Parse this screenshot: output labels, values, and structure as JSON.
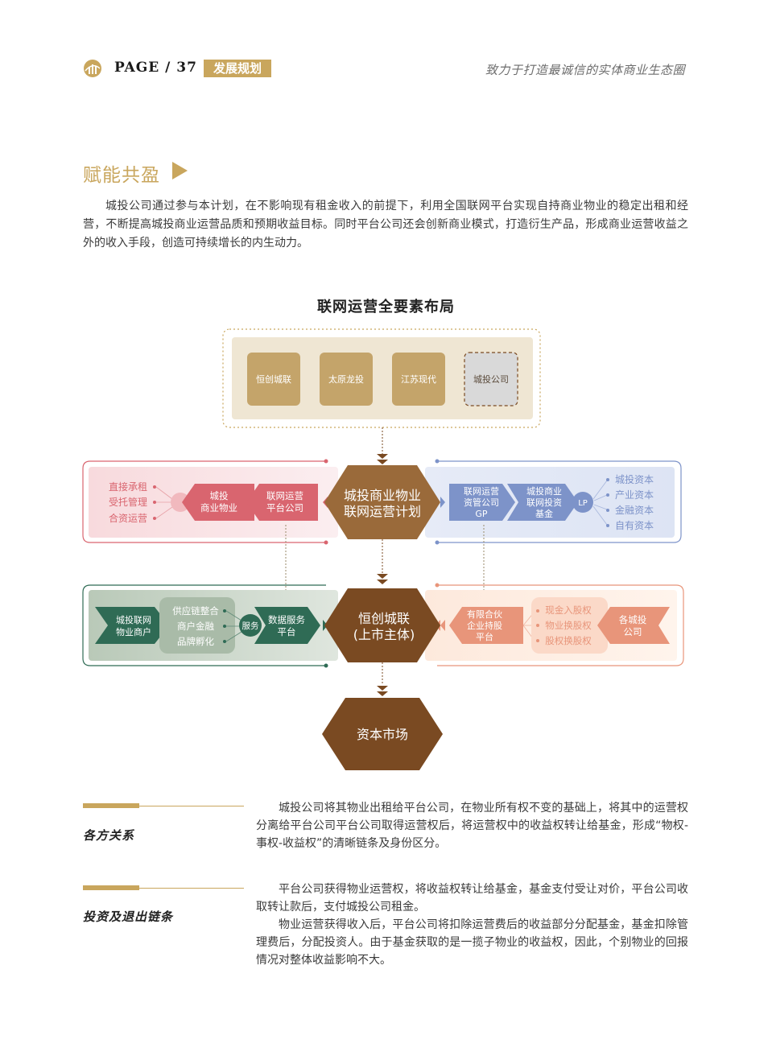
{
  "header": {
    "page_label": "PAGE / 37",
    "tag": "发展规划",
    "slogan": "致力于打造最诚信的实体商业生态圈"
  },
  "section": {
    "title": "赋能共盈",
    "intro": "城投公司通过参与本计划，在不影响现有租金收入的前提下，利用全国联网平台实现自持商业物业的稳定出租和经营，不断提高城投商业运营品质和预期收益目标。同时平台公司还会创新商业模式，打造衍生产品，形成商业运营收益之外的收入手段，创造可持续增长的内生动力。"
  },
  "diagram": {
    "title": "联网运营全要素布局",
    "top_partners": [
      "恒创城联",
      "太原龙投",
      "江苏现代",
      "城投公司"
    ],
    "center_plan": [
      "城投商业物业",
      "联网运营计划"
    ],
    "left_ops": [
      "直接承租",
      "受托管理",
      "合资运营"
    ],
    "property": [
      "城投",
      "商业物业"
    ],
    "platform": [
      "联网运营",
      "平台公司"
    ],
    "gp": [
      "联网运营",
      "资管公司",
      "GP"
    ],
    "fund": [
      "城投商业",
      "联网投资",
      "基金"
    ],
    "lp": "LP",
    "capitals": [
      "城投资本",
      "产业资本",
      "金融资本",
      "自有资本"
    ],
    "merchants": [
      "城投联网",
      "物业商户"
    ],
    "services": [
      "供应链整合",
      "商户金融",
      "品牌孵化"
    ],
    "service_tag": "服务",
    "data_platform": [
      "数据服务",
      "平台"
    ],
    "listed": [
      "恒创城联",
      "(上市主体)"
    ],
    "partnership": [
      "有限合伙",
      "企业持股",
      "平台"
    ],
    "equity": [
      "现金入股权",
      "物业换股权",
      "股权换股权"
    ],
    "investors": [
      "各城投",
      "公司"
    ],
    "market": "资本市场"
  },
  "relations": {
    "label": "各方关系",
    "text": "城投公司将其物业出租给平台公司，在物业所有权不变的基础上，将其中的运营权分离给平台公司平台公司取得运营权后，将运营权中的收益权转让给基金，形成“物权-事权-收益权”的清晰链条及身份区分。"
  },
  "chain": {
    "label": "投资及退出链条",
    "para1": "平台公司获得物业运营权，将收益权转让给基金，基金支付受让对价，平台公司收取转让款后，支付城投公司租金。",
    "para2": "物业运营获得收入后，平台公司将扣除运营费后的收益部分分配基金，基金扣除管理费后，分配投资人。由于基金获取的是一揽子物业的收益权，因此，个别物业的回报情况对整体收益影响不大。"
  },
  "colors": {
    "gold": "#c9a65d",
    "brown": "#7a4a22",
    "pink": "#d9656f",
    "blue": "#7d93c9",
    "green": "#2f6b55",
    "peach": "#e8957a"
  }
}
